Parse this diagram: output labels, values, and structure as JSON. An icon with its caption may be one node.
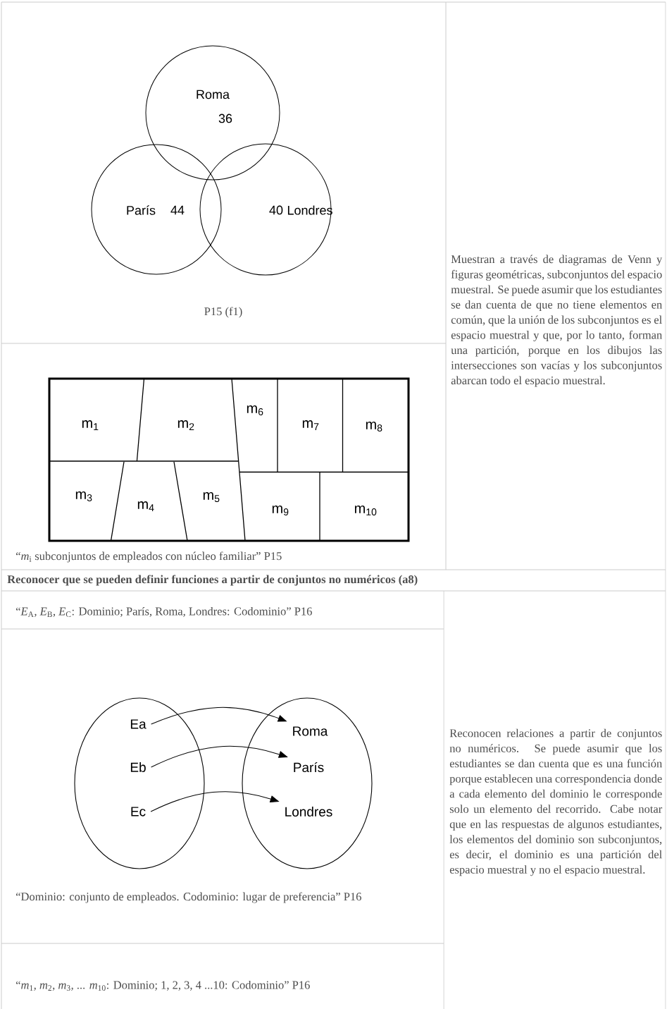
{
  "diagram": {
    "nodes": [
      {
        "text": [
          "Roma",
          "36"
        ]
      },
      {
        "text": [
          "París",
          "44"
        ]
      },
      {
        "text": [
          "40",
          "Londres"
        ]
      },
      {
        "text": [],
        "shape": "box"
      },
      {
        "text": [
          "m$_{1}$"
        ],
        "in": 3
      },
      {
        "text": [
          "m$_{2}$"
        ],
        "in": 3
      },
      {
        "text": [
          "m$_{6}$"
        ],
        "in": 3
      },
      {
        "text": [
          "m$_{7}$"
        ],
        "in": 3
      },
      {
        "text": [
          "m$_{8}$"
        ],
        "in": 3
      },
      {
        "text": [
          "m$_{3}$"
        ],
        "in": 3
      },
      {
        "text": [
          "m$_{4}$"
        ],
        "in": 3
      },
      {
        "text": [
          "m$_{5}$"
        ],
        "in": 3
      },
      {
        "text": [
          "m$_{9}$"
        ],
        "in": 3
      },
      {
        "text": [
          "m$_{10}$"
        ],
        "in": 3
      },
      {
        "text": [],
        "shape": "ellipse"
      },
      {
        "text": [
          "Ea"
        ],
        "in": 14
      },
      {
        "text": [
          "Eb"
        ],
        "in": 14
      },
      {
        "text": [
          "Ec"
        ],
        "in": 14
      },
      {
        "text": [],
        "shape": "ellipse"
      },
      {
        "text": [
          "Roma"
        ],
        "in": 18
      },
      {
        "text": [
          "París"
        ],
        "in": 18
      },
      {
        "text": [
          "Londres"
        ],
        "in": 18
      }
    ],
    "edges": [
      {
        "from": 15,
        "to": 19,
        "arrow": "to"
      },
      {
        "from": 16,
        "to": 20,
        "arrow": "to"
      },
      {
        "from": 17,
        "to": 21,
        "arrow": "to"
      }
    ],
    "labels": [
      "P15 (f1)",
      "Muestran a través de diagramas de Venn y figuras geométricas, subconjuntos del espacio muestral. Se puede asumir que los estudiantes se dan cuenta de que no tiene elementos en común, que la unión de los subconjuntos es el espacio muestral y que, por lo tanto, forman una partición, porque en los dibujos las intersecciones son vacías y los subconjuntos abarcan todo el espacio muestral.",
      "“*m*$_{i}$ subconjuntos de empleados con núcleo familiar” P15",
      "Reconocer que se pueden definir funciones a partir de conjuntos no numéricos (a8)",
      "“*E*$_{A}$, *E*$_{B}$, *E*$_{C}$: Dominio; París, Roma, Londres: Codominio” P16",
      "Reconocen relaciones a partir de conjuntos no numéricos. Se puede asumir que los estudiantes se dan cuenta que es una función porque establecen una correspondencia donde a cada elemento del dominio le corresponde solo un elemento del recorrido. Cabe notar que en las respuestas de algunos estudiantes, los elementos del dominio son subconjuntos, es decir, el dominio es una partición del espacio muestral y no el espacio muestral.",
      "“Dominio: conjunto de empleados. Codominio: lugar de preferencia” P16",
      "“*m*$_{1}$, *m*$_{2}$, *m*$_{3}$, ... *m*$_{10}$: Dominio; 1, 2, 3, 4 ...10: Codominio” P16"
    ]
  }
}
